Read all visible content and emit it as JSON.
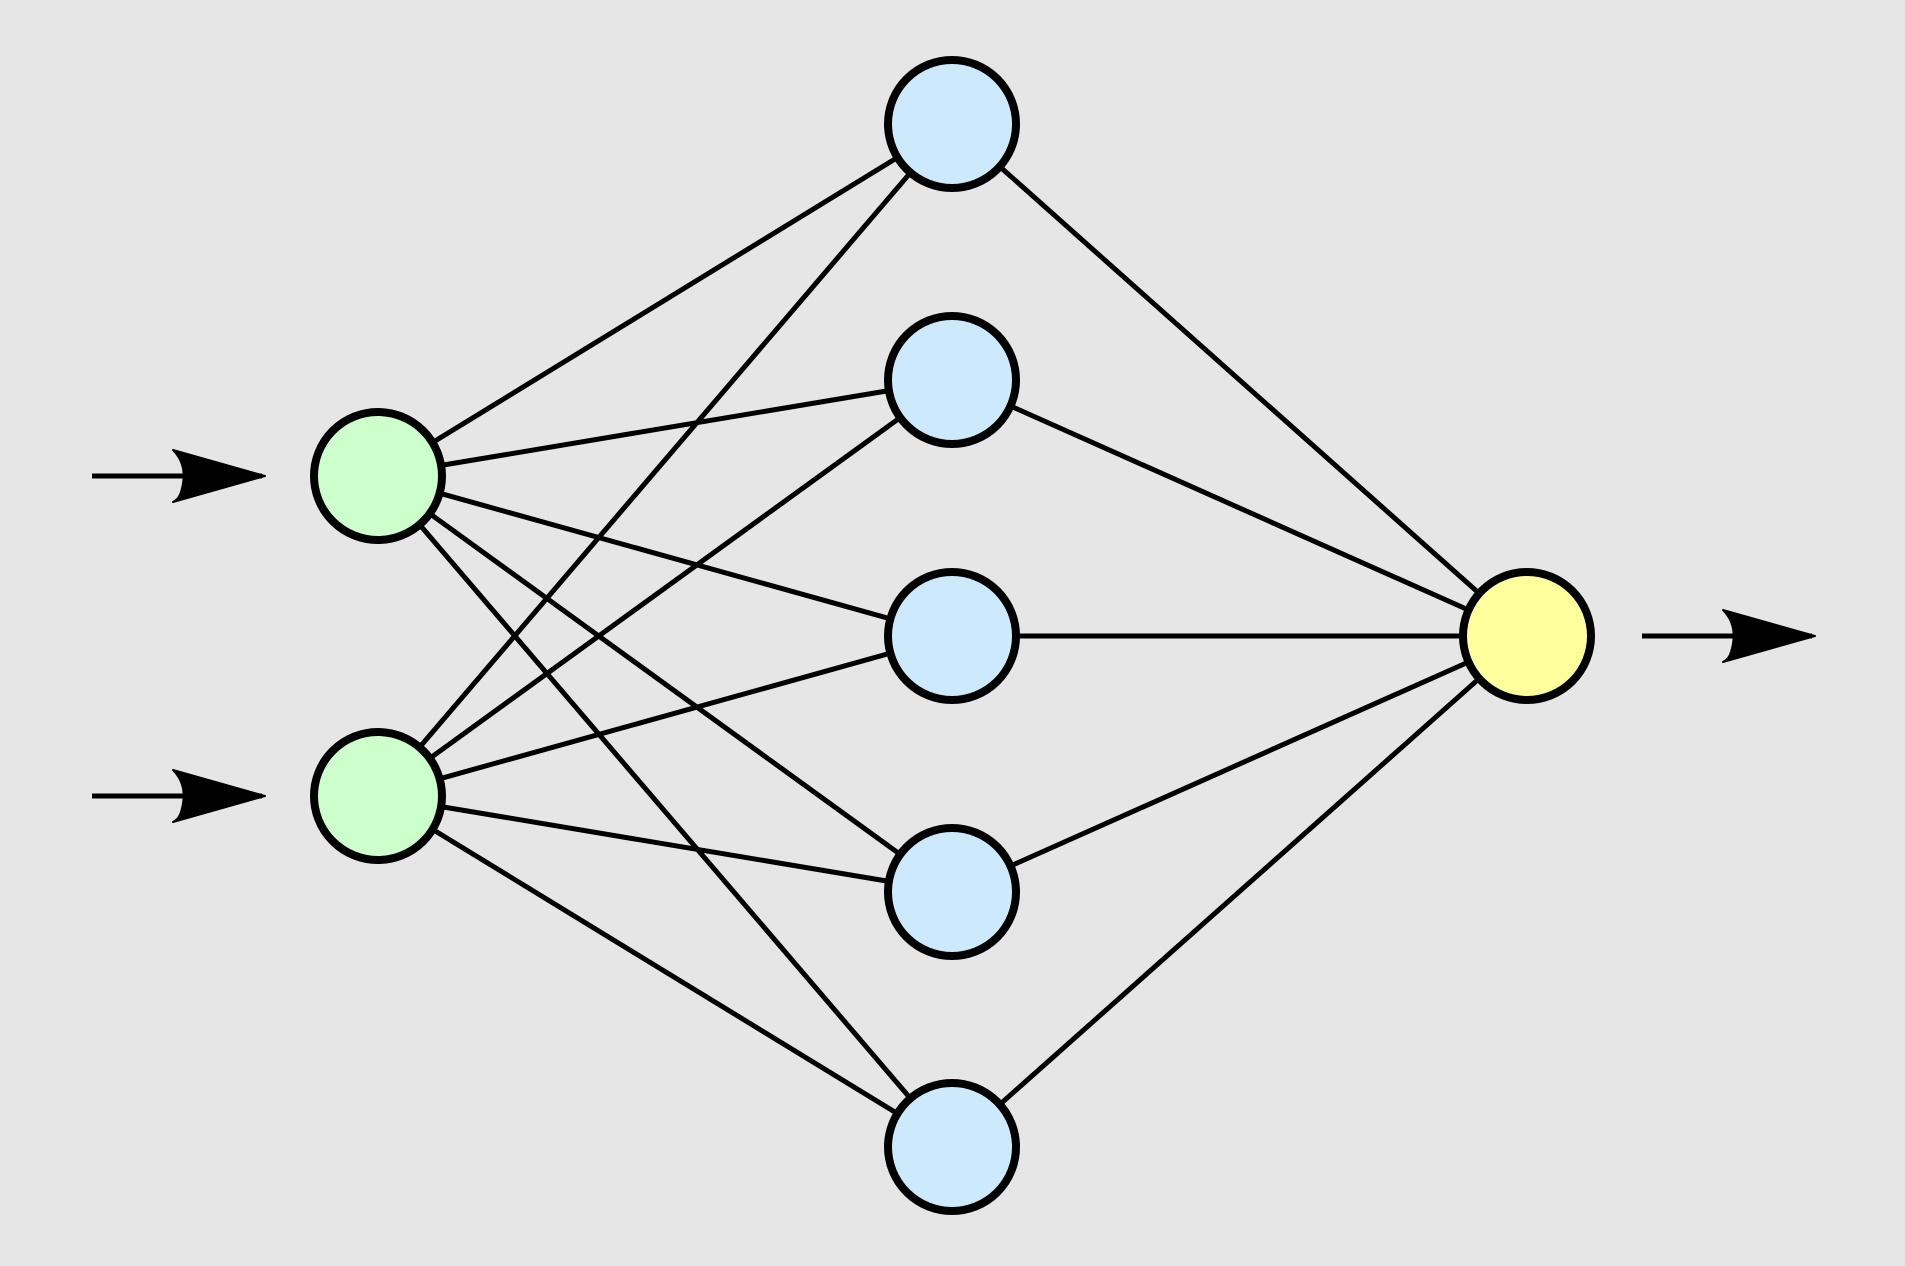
{
  "diagram": {
    "type": "feed-forward neural network",
    "colors": {
      "background": "#e6e6e6",
      "stroke": "#000000",
      "input_fill": "#ccffcc",
      "hidden_fill": "#cdeafc",
      "output_fill": "#ffff9e"
    },
    "layers": [
      {
        "name": "input",
        "count": 2,
        "fill_key": "input_fill"
      },
      {
        "name": "hidden",
        "count": 5,
        "fill_key": "hidden_fill"
      },
      {
        "name": "output",
        "count": 1,
        "fill_key": "output_fill"
      }
    ],
    "connectivity": "fully-connected",
    "input_arrows": 2,
    "output_arrows": 1
  }
}
